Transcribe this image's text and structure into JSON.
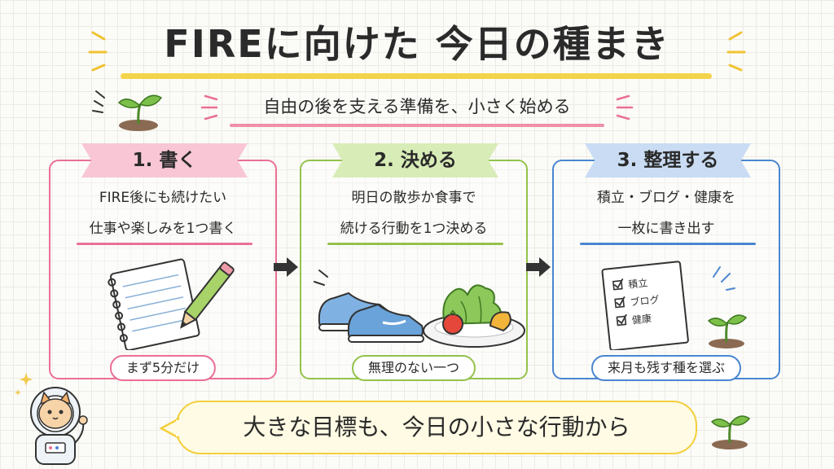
{
  "header": {
    "title": "FIREに向けた 今日の種まき",
    "subtitle": "自由の後を支える準備を、小さく始める"
  },
  "steps": [
    {
      "label": "1. 書く",
      "desc_lines": [
        "FIRE後にも続けたい",
        "仕事や楽しみを1つ書く"
      ],
      "pill": "まず5分だけ",
      "color": "#ea6f96"
    },
    {
      "label": "2. 決める",
      "desc_lines": [
        "明日の散歩か食事で",
        "続ける行動を1つ決める"
      ],
      "pill": "無理のない一つ",
      "color": "#94c24c"
    },
    {
      "label": "3. 整理する",
      "desc_lines": [
        "積立・ブログ・健康を",
        "一枚に書き出す"
      ],
      "pill": "来月も残す種を選ぶ",
      "color": "#4a86d0",
      "checklist": [
        "積立",
        "ブログ",
        "健康"
      ]
    }
  ],
  "footer": {
    "goal": "大きな目標も、今日の小さな行動から"
  }
}
